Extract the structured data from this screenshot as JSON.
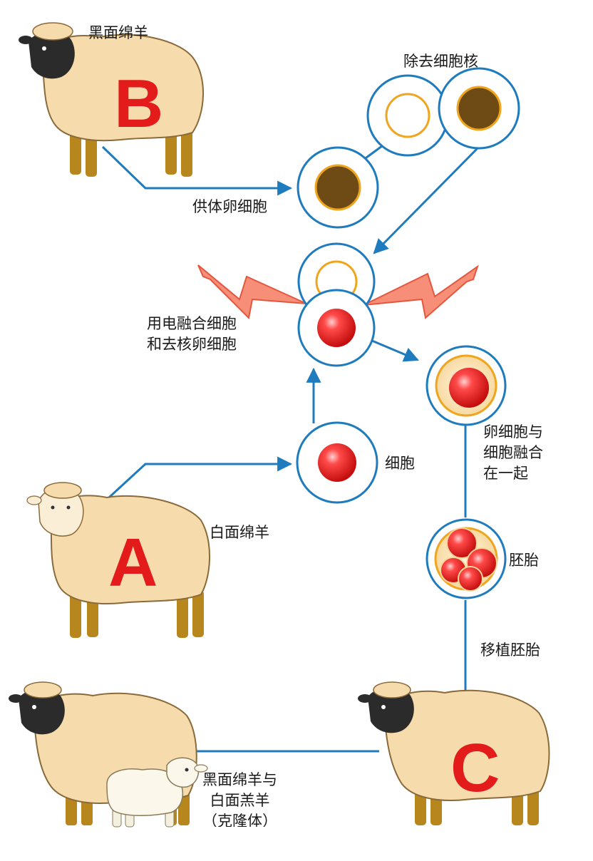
{
  "colors": {
    "accent_letter": "#e31b1b",
    "arrow": "#1e7bbd",
    "cell_border": "#1e7bbd",
    "wool": "#f6dcac",
    "legs": "#b7861c",
    "black_face": "#2b2b2b",
    "nucleus_brown": "#6e4a14",
    "nucleus_red": "#e62222",
    "lightning": "#f26b4f"
  },
  "sheep_b": {
    "label": "黑面绵羊",
    "letter": "B"
  },
  "sheep_a": {
    "label": "白面绵羊",
    "letter": "A"
  },
  "sheep_c": {
    "letter": "C"
  },
  "enucleation": {
    "label": "除去细胞核"
  },
  "donor_egg": {
    "label": "供体卵细胞"
  },
  "electric_fusion": {
    "line1": "用电融合细胞",
    "line2": "和去核卵细胞"
  },
  "body_cell": {
    "label": "细胞"
  },
  "fused_cell": {
    "line1": "卵细胞与",
    "line2": "细胞融合",
    "line3": "在一起"
  },
  "embryo": {
    "label": "胚胎"
  },
  "transfer": {
    "label": "移植胚胎"
  },
  "offspring": {
    "line1": "黑面绵羊与",
    "line2": "白面羔羊",
    "line3": "（克隆体）"
  },
  "icons": [
    "sheep-icon",
    "lamb-icon",
    "lightning-icon",
    "cell-icon",
    "arrow-icon"
  ]
}
